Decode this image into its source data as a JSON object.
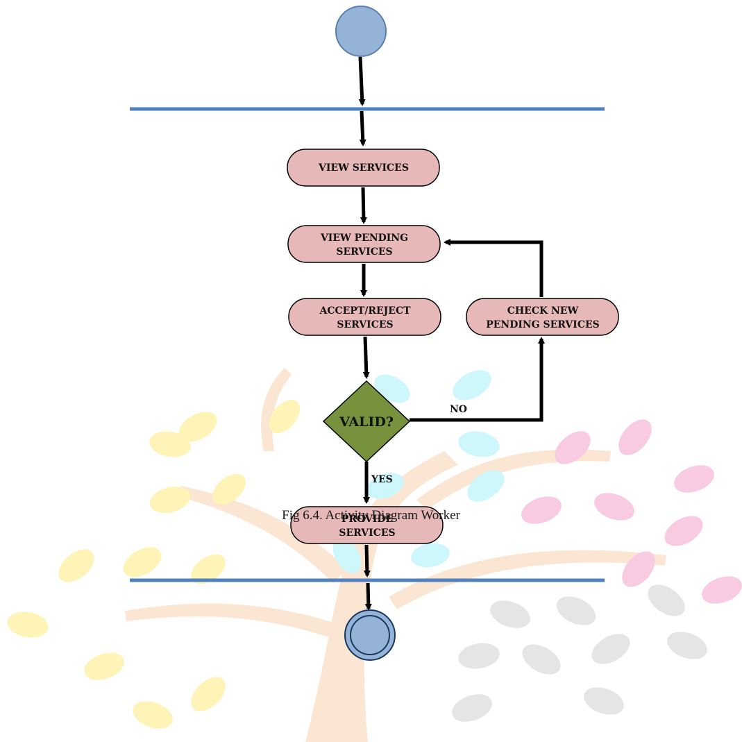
{
  "diagram": {
    "nodes": {
      "view_services": [
        "VIEW SERVICES"
      ],
      "view_pending": [
        "VIEW PENDING",
        "SERVICES"
      ],
      "accept_reject": [
        "ACCEPT/REJECT",
        "SERVICES"
      ],
      "check_new": [
        "CHECK NEW",
        "PENDING SERVICES"
      ],
      "provide": [
        "PROVIDE",
        "SERVICES"
      ]
    },
    "decision": "VALID?",
    "branches": {
      "no": "NO",
      "yes": "YES"
    },
    "caption": "Fig 6.4. Activity Diagram Worker"
  },
  "colors": {
    "activity_fill": "#e6b8b7",
    "decision_fill": "#76923c",
    "initial_fill": "#95b3d7",
    "bar": "#4f81bd",
    "watermark_yellow": "#fff3b0",
    "watermark_cyan": "#c9f6fb",
    "watermark_pink": "#f9c6e0",
    "watermark_gray": "#e2e2e2",
    "watermark_trunk": "#fbe3cf"
  }
}
